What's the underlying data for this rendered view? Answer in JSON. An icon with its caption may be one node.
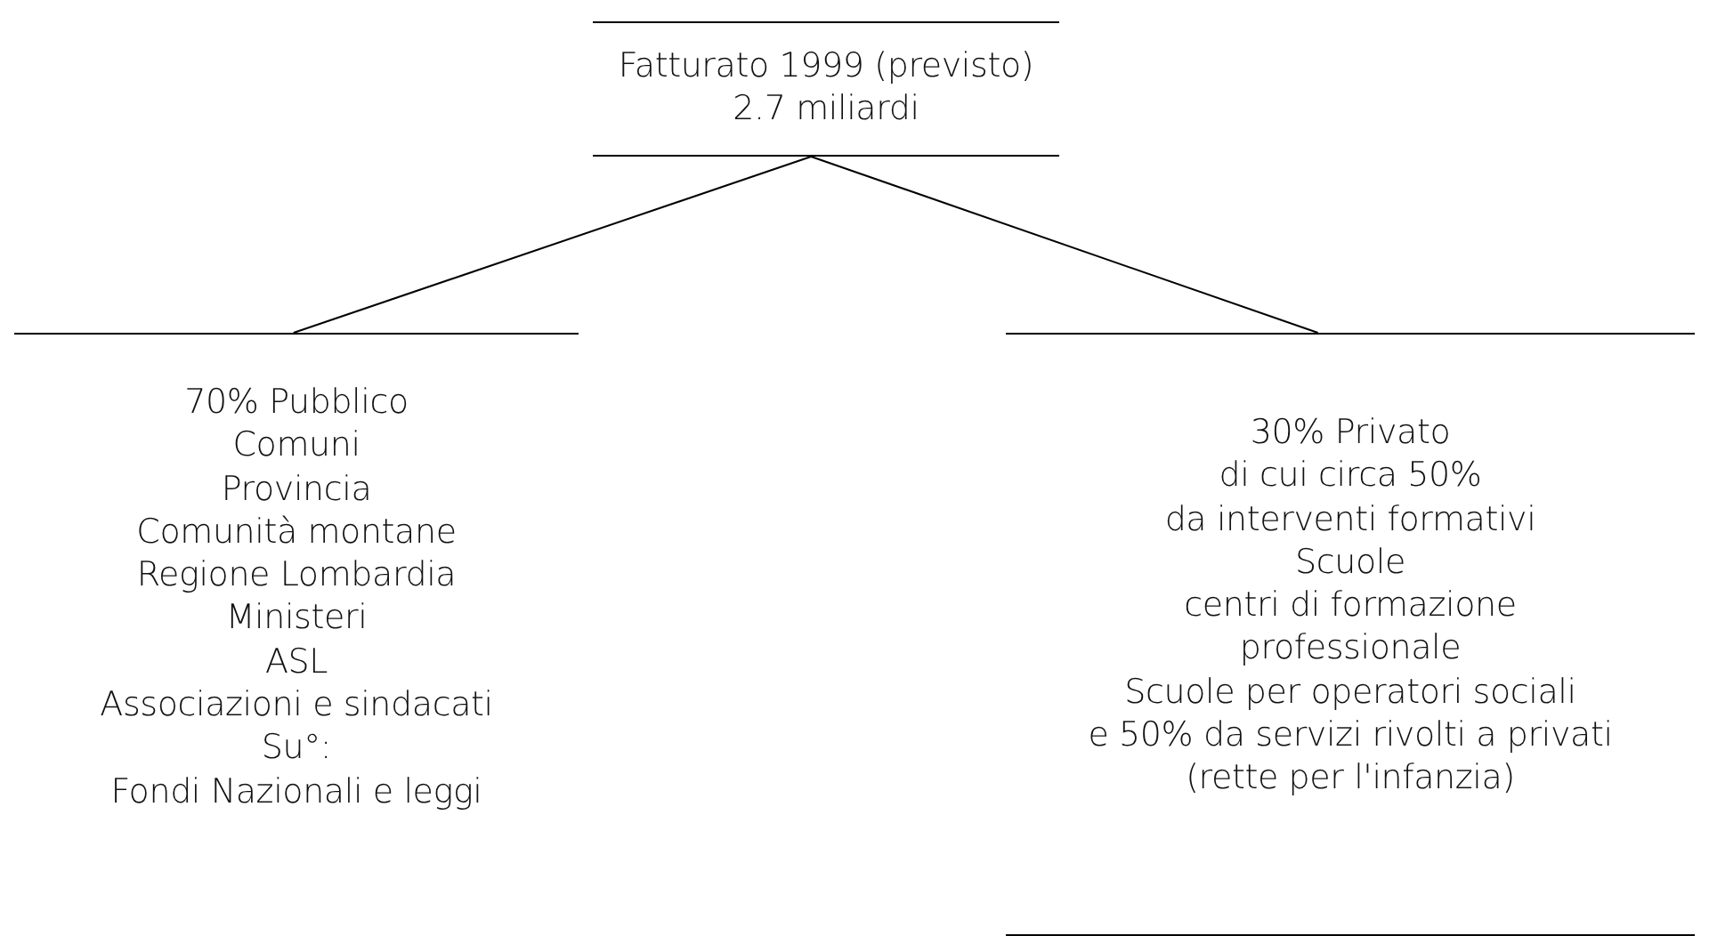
{
  "diagram": {
    "nodes": [
      {
        "text": [
          "Fatturato 1999 (previsto)",
          "2.7 miliardi"
        ]
      },
      {
        "text": [
          "70% Pubblico",
          "Comuni",
          "Provincia",
          "Comunità montane",
          "Regione Lombardia",
          "Ministeri",
          "ASL",
          "Associazioni e sindacati",
          "Su°:",
          "Fondi Nazionali e leggi"
        ]
      },
      {
        "text": [
          "30% Privato",
          "di cui circa 50%",
          "da interventi formativi",
          "Scuole",
          "centri di formazione",
          "professionale",
          "Scuole per operatori sociali",
          "e 50% da servizi rivolti a privati",
          "(rette per l'infanzia)"
        ]
      }
    ],
    "edges": [
      {
        "from": 0,
        "to": 1,
        "arrow": "none"
      },
      {
        "from": 0,
        "to": 2,
        "arrow": "none"
      }
    ]
  }
}
